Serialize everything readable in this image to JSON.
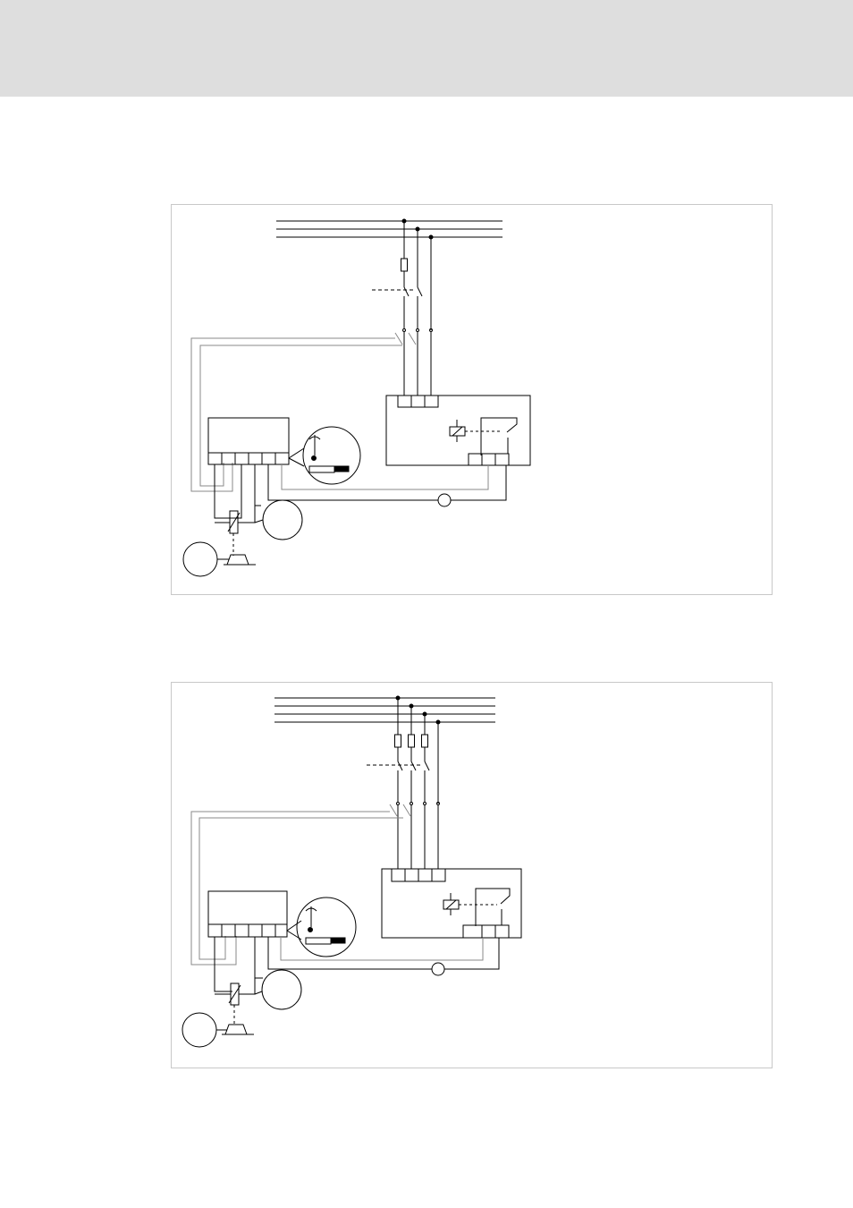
{
  "page": {
    "header_band_color": "#dedede",
    "frame_border_color": "#c8c8c8"
  },
  "diagrams": [
    {
      "id": "single-phase-connection",
      "line_count": 3,
      "fuse_count": 1
    },
    {
      "id": "three-phase-connection",
      "line_count": 4,
      "fuse_count": 3
    }
  ],
  "colors": {
    "wire": "#000000",
    "wire_light": "#8a8a8a",
    "dashed": "#000000"
  }
}
